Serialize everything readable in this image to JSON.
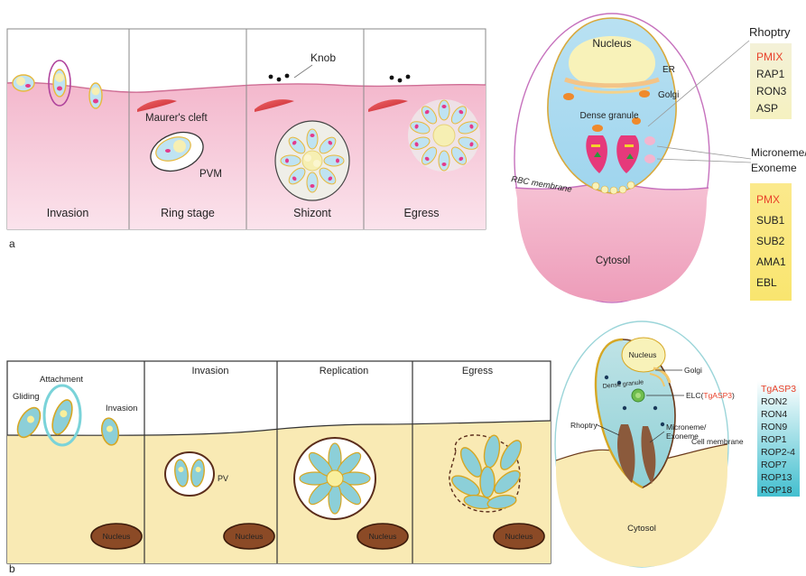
{
  "panel_a": {
    "letter": "a",
    "stages": [
      "Invasion",
      "Ring stage",
      "Shizont",
      "Egress"
    ],
    "labels": {
      "knob": "Knob",
      "maurers_cleft": "Maurer's cleft",
      "pvm": "PVM"
    },
    "detail": {
      "nucleus": "Nucleus",
      "er": "ER",
      "golgi": "Golgi",
      "dense_granule": "Dense granule",
      "rbc_membrane": "RBC membrane",
      "cytosol": "Cytosol"
    },
    "rhoptry": {
      "title": "Rhoptry",
      "items": [
        {
          "text": "PMIX",
          "color": "#e8412a"
        },
        {
          "text": "RAP1",
          "color": "#222222"
        },
        {
          "text": "RON3",
          "color": "#222222"
        },
        {
          "text": "ASP",
          "color": "#222222"
        }
      ]
    },
    "microneme": {
      "title_line1": "Microneme/",
      "title_line2": "Exoneme",
      "items": [
        {
          "text": "PMX",
          "color": "#e8412a"
        },
        {
          "text": "SUB1",
          "color": "#222222"
        },
        {
          "text": "SUB2",
          "color": "#222222"
        },
        {
          "text": "AMA1",
          "color": "#222222"
        },
        {
          "text": "EBL",
          "color": "#222222"
        }
      ]
    }
  },
  "panel_b": {
    "letter": "b",
    "stages": [
      "Invasion",
      "Replication",
      "Egress"
    ],
    "labels": {
      "gliding": "Gliding",
      "attachment": "Attachment",
      "invasion_small": "Invasion",
      "pv": "PV",
      "nucleus": "Nucleus"
    },
    "detail": {
      "nucleus": "Nucleus",
      "golgi": "Golgi",
      "dense_granule": "Dense granule",
      "elc_prefix": "ELC(",
      "elc_name": "TgASP3",
      "elc_suffix": ")",
      "rhoptry": "Rhoptry",
      "microneme_line1": "Microneme/",
      "microneme_line2": "Exoneme",
      "cell_membrane": "Cell membrane",
      "cytosol": "Cytosol"
    },
    "proteins": [
      {
        "text": "TgASP3",
        "color": "#e8412a"
      },
      {
        "text": "RON2",
        "color": "#222222"
      },
      {
        "text": "RON4",
        "color": "#222222"
      },
      {
        "text": "RON9",
        "color": "#222222"
      },
      {
        "text": "ROP1",
        "color": "#222222"
      },
      {
        "text": "ROP2-4",
        "color": "#222222"
      },
      {
        "text": "ROP7",
        "color": "#222222"
      },
      {
        "text": "ROP13",
        "color": "#222222"
      },
      {
        "text": "ROP18",
        "color": "#222222"
      }
    ]
  }
}
